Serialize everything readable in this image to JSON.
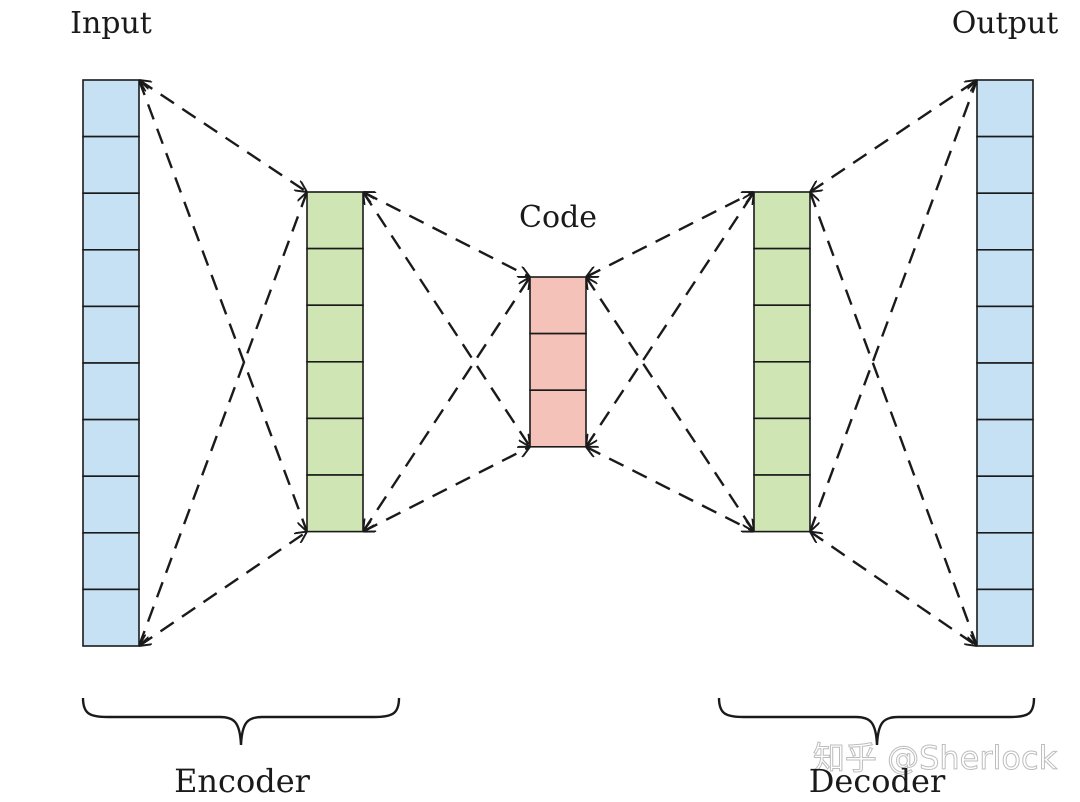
{
  "diagram": {
    "title": "Autoencoder architecture",
    "layers": [
      {
        "id": "input",
        "label": "Input",
        "cells": 10,
        "color": "#c6e0f4",
        "role": "input"
      },
      {
        "id": "enc-h",
        "label": "",
        "cells": 6,
        "color": "#cfe6b4",
        "role": "hidden"
      },
      {
        "id": "code",
        "label": "Code",
        "cells": 3,
        "color": "#f4c2b8",
        "role": "bottleneck"
      },
      {
        "id": "dec-h",
        "label": "",
        "cells": 6,
        "color": "#cfe6b4",
        "role": "hidden"
      },
      {
        "id": "output",
        "label": "Output",
        "cells": 10,
        "color": "#c6e0f4",
        "role": "output"
      }
    ],
    "connections": [
      {
        "from": "input",
        "to": "enc-h",
        "style": "dashed",
        "arrows": "both"
      },
      {
        "from": "enc-h",
        "to": "code",
        "style": "dashed",
        "arrows": "both"
      },
      {
        "from": "code",
        "to": "dec-h",
        "style": "dashed",
        "arrows": "both"
      },
      {
        "from": "dec-h",
        "to": "output",
        "style": "dashed",
        "arrows": "both"
      }
    ],
    "groups": [
      {
        "label": "Encoder",
        "spans": [
          "input",
          "enc-h"
        ]
      },
      {
        "label": "Decoder",
        "spans": [
          "dec-h",
          "output"
        ]
      }
    ],
    "labels": {
      "input": "Input",
      "output": "Output",
      "code": "Code",
      "encoder": "Encoder",
      "decoder": "Decoder"
    },
    "watermark": "知乎 @Sherlock",
    "colors": {
      "input_output": "#c6e0f4",
      "hidden": "#cfe6b4",
      "code": "#f4c2b8",
      "stroke": "#1a1a1a"
    }
  }
}
